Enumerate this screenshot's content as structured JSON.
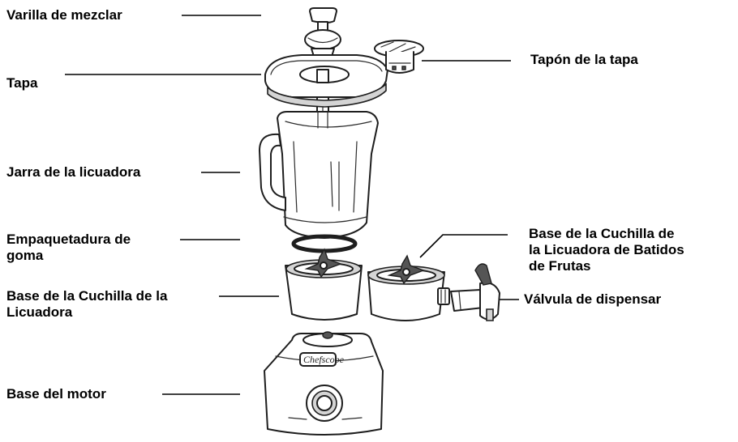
{
  "labels": {
    "varilla": "Varilla de mezclar",
    "tapa": "Tapa",
    "tapon": "Tapón de la tapa",
    "jarra": "Jarra de la licuadora",
    "empaquetadura": "Empaquetadura de\ngoma",
    "base_cuchilla": "Base de la Cuchilla de la\nLicuadora",
    "base_cuchilla_batidos": "Base de la Cuchilla de\nla Licuadora de Batidos\nde Frutas",
    "valvula": "Válvula de dispensar",
    "base_motor": "Base del motor"
  },
  "logo": "Chefscope",
  "colors": {
    "text": "#000000",
    "ink": "#1e1e1e",
    "shade": "#d4d4d4"
  }
}
